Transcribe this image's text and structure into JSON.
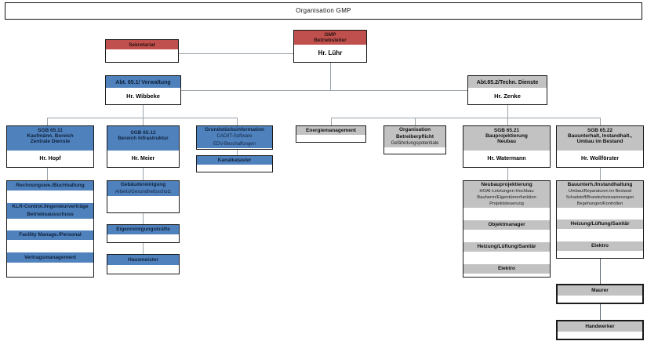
{
  "title": "Organisation  GMP",
  "colors": {
    "red": "#c0504d",
    "blue": "#4f81bd",
    "gray": "#c2c2c2",
    "border": "#1a1a1a",
    "connector": "#9aa3ab"
  },
  "top": {
    "leader": {
      "line1": "GMP",
      "line2": "Betriebsleiter",
      "person": "Hr. Lühr"
    },
    "secretariat": {
      "label": "Sekretariat",
      "person": ""
    }
  },
  "departments": [
    {
      "id": "verwaltung",
      "label": "Abt. 65.1/ Verwaltung",
      "person": "Hr. Wibbeke"
    },
    {
      "id": "techn-dienste",
      "label": "Abt.65.2/Techn. Dienste",
      "person": "Hr. Zenke"
    }
  ],
  "units": {
    "sgb6511": {
      "line1": "SGB 65.11",
      "line2": "Kaufmänn. Bereich",
      "line3": "Zentrale Dienste",
      "person": "Hr. Hopf"
    },
    "sgb6512": {
      "line1": "SGB 65.12",
      "line2": "Bereich Infrastruktur",
      "person": "Hr. Meier"
    },
    "grundstueck": {
      "line1": "Grundstücksinformation",
      "line2": "CAD/IT-Software",
      "line3": "EDV-Beschaffungen",
      "extra": "Kanalkataster"
    },
    "energie": {
      "label": "Energiemanagement"
    },
    "organisation": {
      "line1": "Organisation",
      "line2": "Betreiberpflicht",
      "line3": "Gefährdungspotentiale"
    },
    "sgb6521": {
      "line1": "SGB 65.21",
      "line2": "Bauprojektierung",
      "line3": "Neubau",
      "person": "Hr. Watermann"
    },
    "sgb6522": {
      "line1": "SGB 65.22",
      "line2": "Bauunterhalt, Instandhalt.,",
      "line3": "Umbau im Bestand",
      "person": "Hr. Wollförster"
    }
  },
  "tasks": {
    "verwaltung_kaufmaenn": [
      {
        "label": "Rechnungswe./Buchhaltung"
      },
      {
        "label": "KLR-Control./Ingenieurverträge",
        "label2": "Betriebsausschuss"
      },
      {
        "label": "Facility Manage./Personal"
      },
      {
        "label": "Vertragsmanagement"
      }
    ],
    "infrastruktur": [
      {
        "label": "Gebäudereinigung",
        "label2": "Arbeits/Gesundheitsschutz"
      },
      {
        "label": "Eigenreinigungskräfte"
      },
      {
        "label": "Hausmeister"
      }
    ],
    "bauprojektierung": [
      {
        "label": "Neubauprojektierung",
        "subs": [
          "HOAI-Leistungen  Hochbau",
          "Bauherrn/Eigentümerfunktion",
          "Projektsteuerung"
        ]
      },
      {
        "label": "Objektmanager"
      },
      {
        "label": "Heizung/Lüftung/Sanitär"
      },
      {
        "label": "Elektro"
      }
    ],
    "bauunterhalt": [
      {
        "label": "Bauunterh./Instandhaltung",
        "subs": [
          "Umbau/Reparaturen im Bestand",
          "Schadstoff/Brandschutzsanierungen",
          "Begehungen/Kontrollen"
        ]
      },
      {
        "label": "Heizung/Lüftung/Sanitär"
      },
      {
        "label": "Elektro"
      }
    ],
    "handwerk": [
      {
        "label": "Maurer"
      },
      {
        "label": "Handwerker"
      }
    ]
  }
}
